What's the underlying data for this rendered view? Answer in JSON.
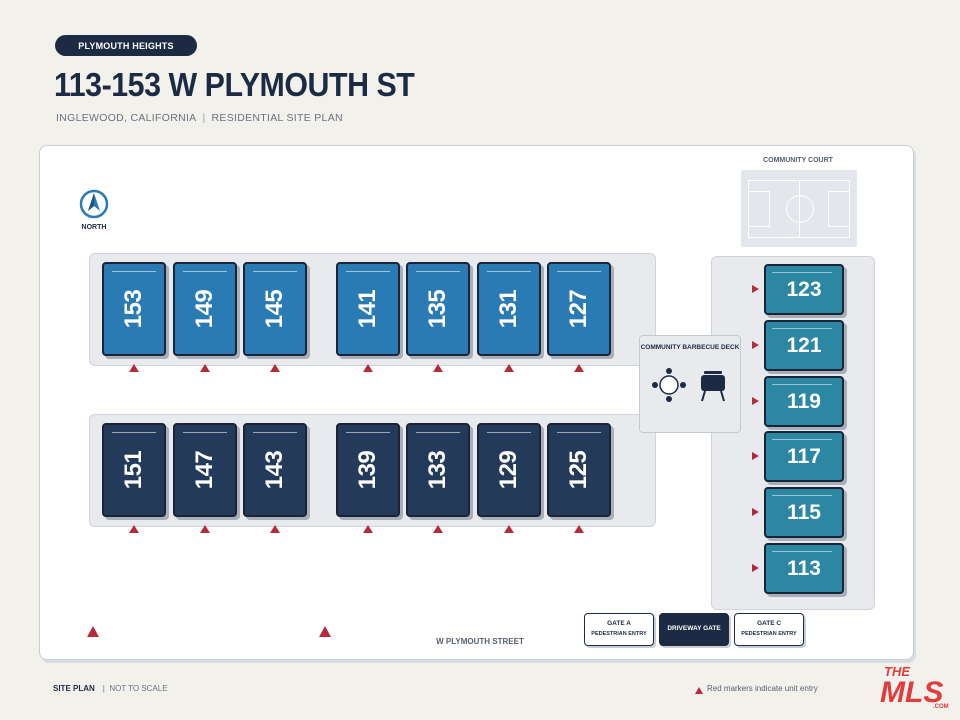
{
  "header": {
    "badge": "PLYMOUTH HEIGHTS",
    "title": "113-153 W PLYMOUTH ST",
    "location": "INGLEWOOD, CALIFORNIA",
    "plan_type": "RESIDENTIAL SITE PLAN"
  },
  "site": {
    "court_label": "COMMUNITY COURT",
    "north_label": "NORTH",
    "bbq_label": "COMMUNITY BARBECUE DECK",
    "street_label": "W PLYMOUTH STREET"
  },
  "units": {
    "top_row": [
      "153",
      "149",
      "145",
      "141",
      "135",
      "131",
      "127"
    ],
    "bottom_row": [
      "151",
      "147",
      "143",
      "139",
      "133",
      "129",
      "125"
    ],
    "right_column": [
      "123",
      "121",
      "119",
      "117",
      "115",
      "113"
    ]
  },
  "gates": [
    {
      "name": "GATE A",
      "sub": "PEDESTRIAN ENTRY"
    },
    {
      "name": "DRIVEWAY GATE",
      "sub": ""
    },
    {
      "name": "GATE C",
      "sub": "PEDESTRIAN ENTRY"
    }
  ],
  "footer": {
    "left_bold": "SITE PLAN",
    "left_rest": "NOT TO SCALE",
    "legend": "Red markers indicate unit entry"
  },
  "logo": {
    "top": "THE",
    "main": "MLS",
    "sub": ".COM"
  },
  "colors": {
    "navy": "#1c2a44",
    "unit_blue": "#2a7ab3",
    "unit_navy": "#243a5b",
    "unit_teal": "#2c87a3",
    "marker_red": "#b62b3a",
    "logo_red": "#e23b3b"
  },
  "icons": {
    "north": "north-arrow-icon",
    "table": "picnic-table-icon",
    "grill": "grill-icon",
    "entry": "entry-marker-icon"
  }
}
